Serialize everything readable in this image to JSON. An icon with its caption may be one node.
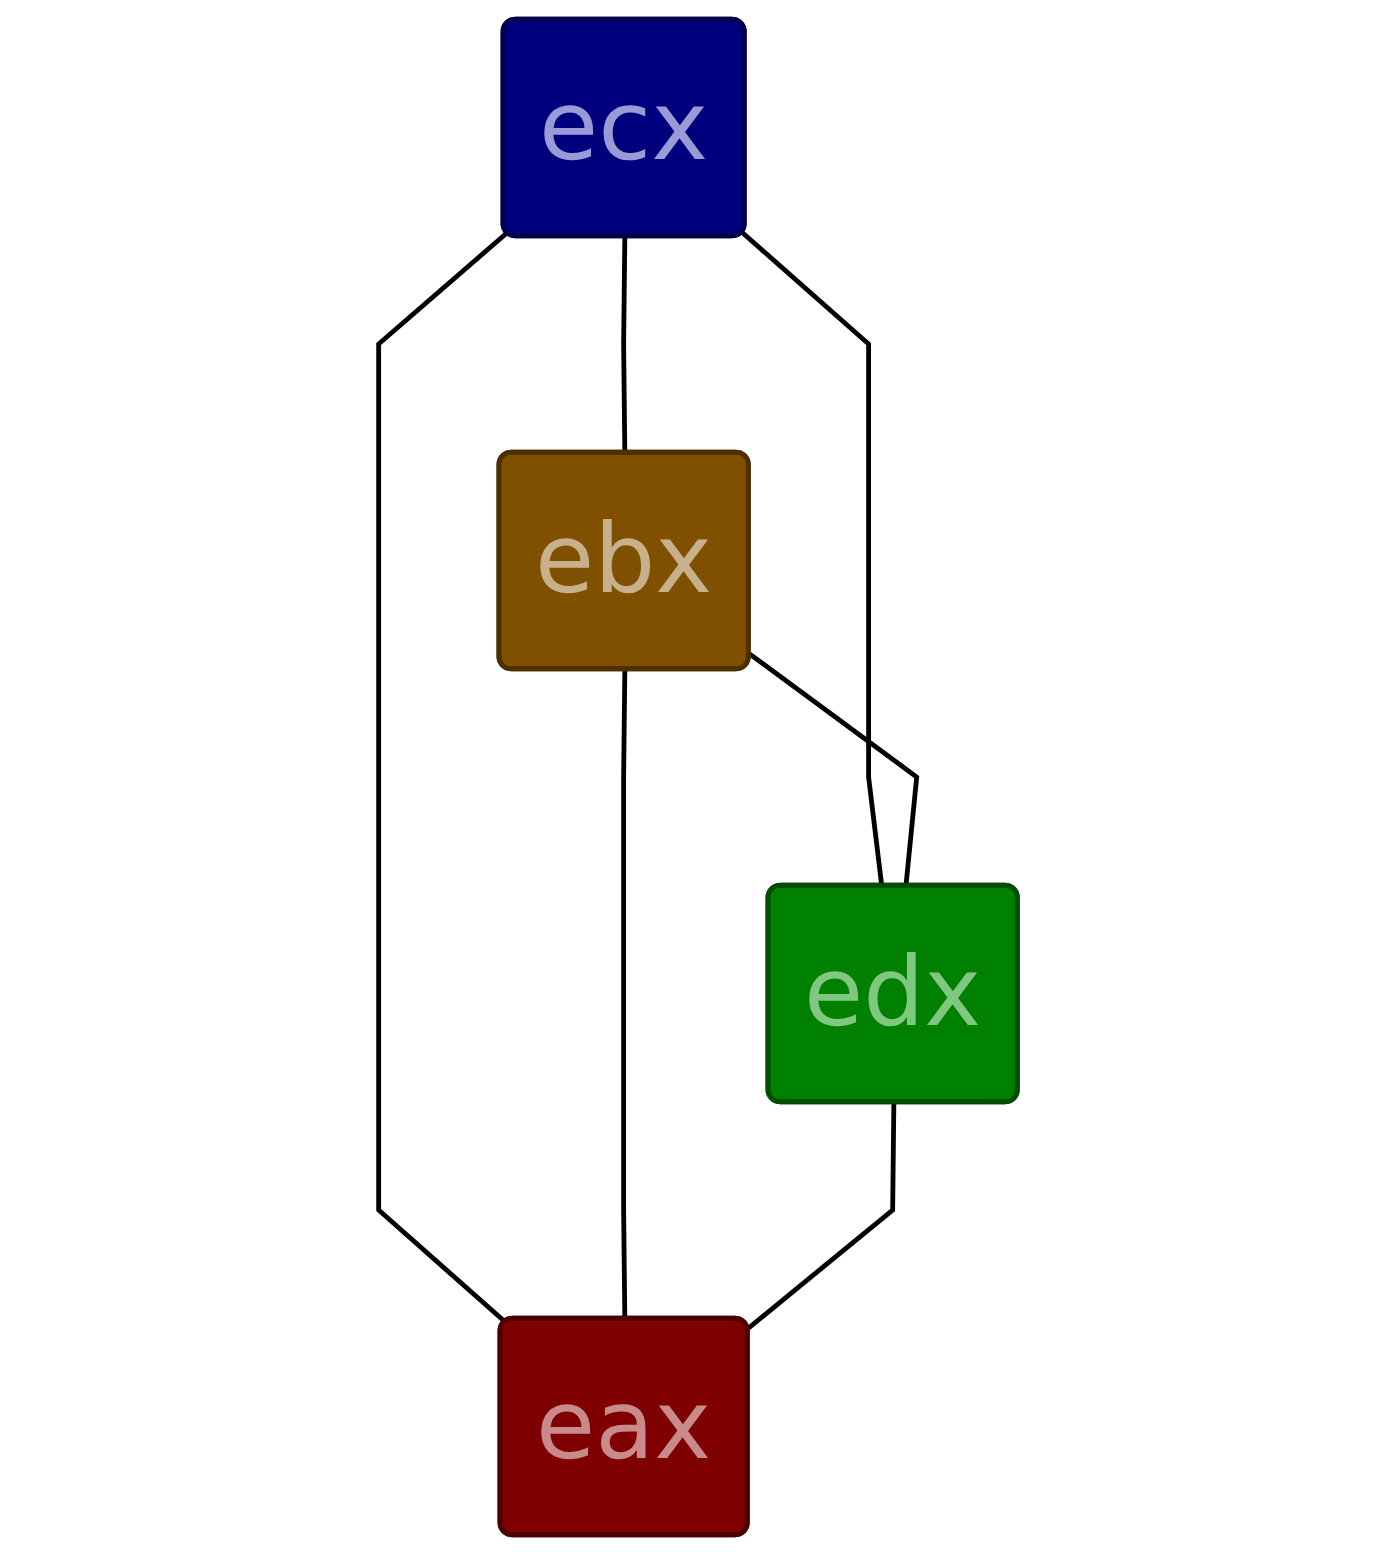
{
  "diagram": {
    "nodes": [
      {
        "text": [
          "ebx"
        ]
      },
      {
        "text": [
          "ecx"
        ]
      },
      {
        "text": [
          "edx"
        ]
      },
      {
        "text": [
          "eax"
        ]
      }
    ],
    "edges": [
      {
        "from": 1,
        "to": 0,
        "arrow": "none"
      },
      {
        "from": 1,
        "to": 2,
        "arrow": "none"
      },
      {
        "from": 1,
        "to": 3,
        "arrow": "none"
      },
      {
        "from": 0,
        "to": 2,
        "arrow": "none"
      },
      {
        "from": 0,
        "to": 3,
        "arrow": "none"
      },
      {
        "from": 2,
        "to": 3,
        "arrow": "none"
      }
    ]
  }
}
